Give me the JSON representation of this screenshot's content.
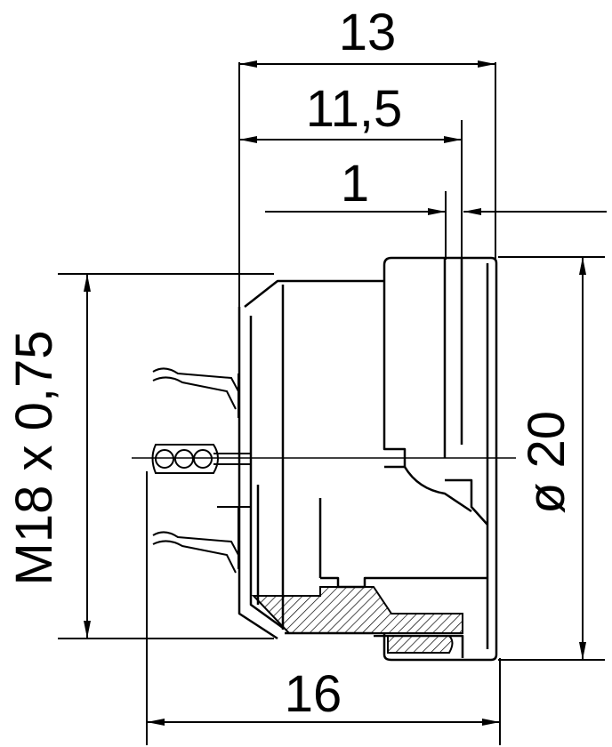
{
  "drawing": {
    "dim_top_overall": "13",
    "dim_top_mid": "11,5",
    "dim_top_small": "1",
    "dim_bottom": "16",
    "dim_thread": "M18 x 0,75",
    "dim_diameter": "ø 20"
  },
  "colors": {
    "ink": "#000000",
    "paper": "#ffffff"
  }
}
